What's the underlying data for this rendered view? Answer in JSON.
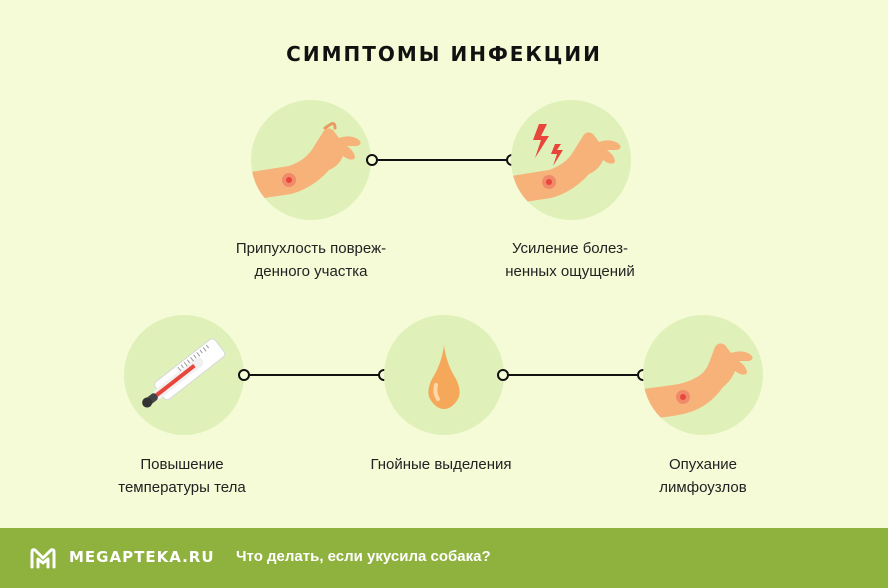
{
  "title": "СИМПТОМЫ ИНФЕКЦИИ",
  "symptoms": [
    {
      "line1": "Припухлость повреж-",
      "line2": "денного участка",
      "icon": "swollen-arm-icon"
    },
    {
      "line1": "Усиление болез-",
      "line2": "ненных ощущений",
      "icon": "painful-arm-icon"
    },
    {
      "line1": "Повышение",
      "line2": "температуры тела",
      "icon": "thermometer-icon"
    },
    {
      "line1": "Гнойные выделения",
      "line2": "",
      "icon": "pus-drop-icon"
    },
    {
      "line1": "Опухание",
      "line2": "лимфоузлов",
      "icon": "swollen-elbow-icon"
    }
  ],
  "footer": {
    "brand": "MEGAPTEKA.RU",
    "link": "Что делать, если укусила собака?"
  },
  "colors": {
    "background": "#f4fbd6",
    "circle": "#dff0b9",
    "skin": "#f7b27a",
    "footer": "#8fb23f",
    "accent_red": "#e8463a"
  }
}
